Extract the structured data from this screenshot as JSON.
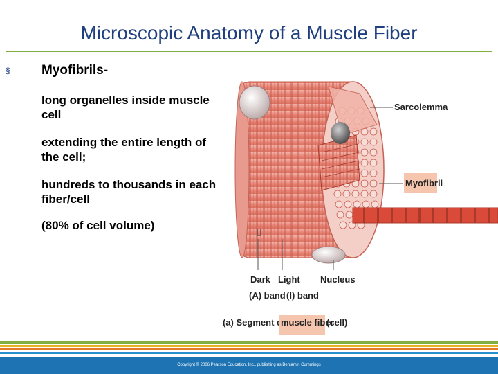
{
  "slide": {
    "title": "Microscopic Anatomy of a Muscle Fiber",
    "bullet_marker": "§",
    "heading": "Myofibrils-",
    "paragraphs": [
      "long organelles inside muscle cell",
      "extending the entire length of the cell;",
      "hundreds to thousands in each fiber/cell",
      "(80% of cell volume)"
    ]
  },
  "figure": {
    "labels": {
      "sarcolemma": "Sarcolemma",
      "myofibril": "Myofibril",
      "dark": "Dark",
      "a_band": "(A) band",
      "light": "Light",
      "i_band": "(I) band",
      "nucleus": "Nucleus",
      "caption_pre": "(a) Segment of a",
      "caption_highlight": "muscle fiber",
      "caption_post": "(cell)"
    }
  },
  "footer": {
    "copyright": "Copyright © 2006 Pearson Education, Inc., publishing as Benjamin Cummings"
  },
  "colors": {
    "title": "#1f3f7f",
    "accent_green": "#7fb041",
    "footer_blue": "#1e73b3",
    "muscle_pink": "#e8877a",
    "myofibril_red": "#d94a38"
  }
}
